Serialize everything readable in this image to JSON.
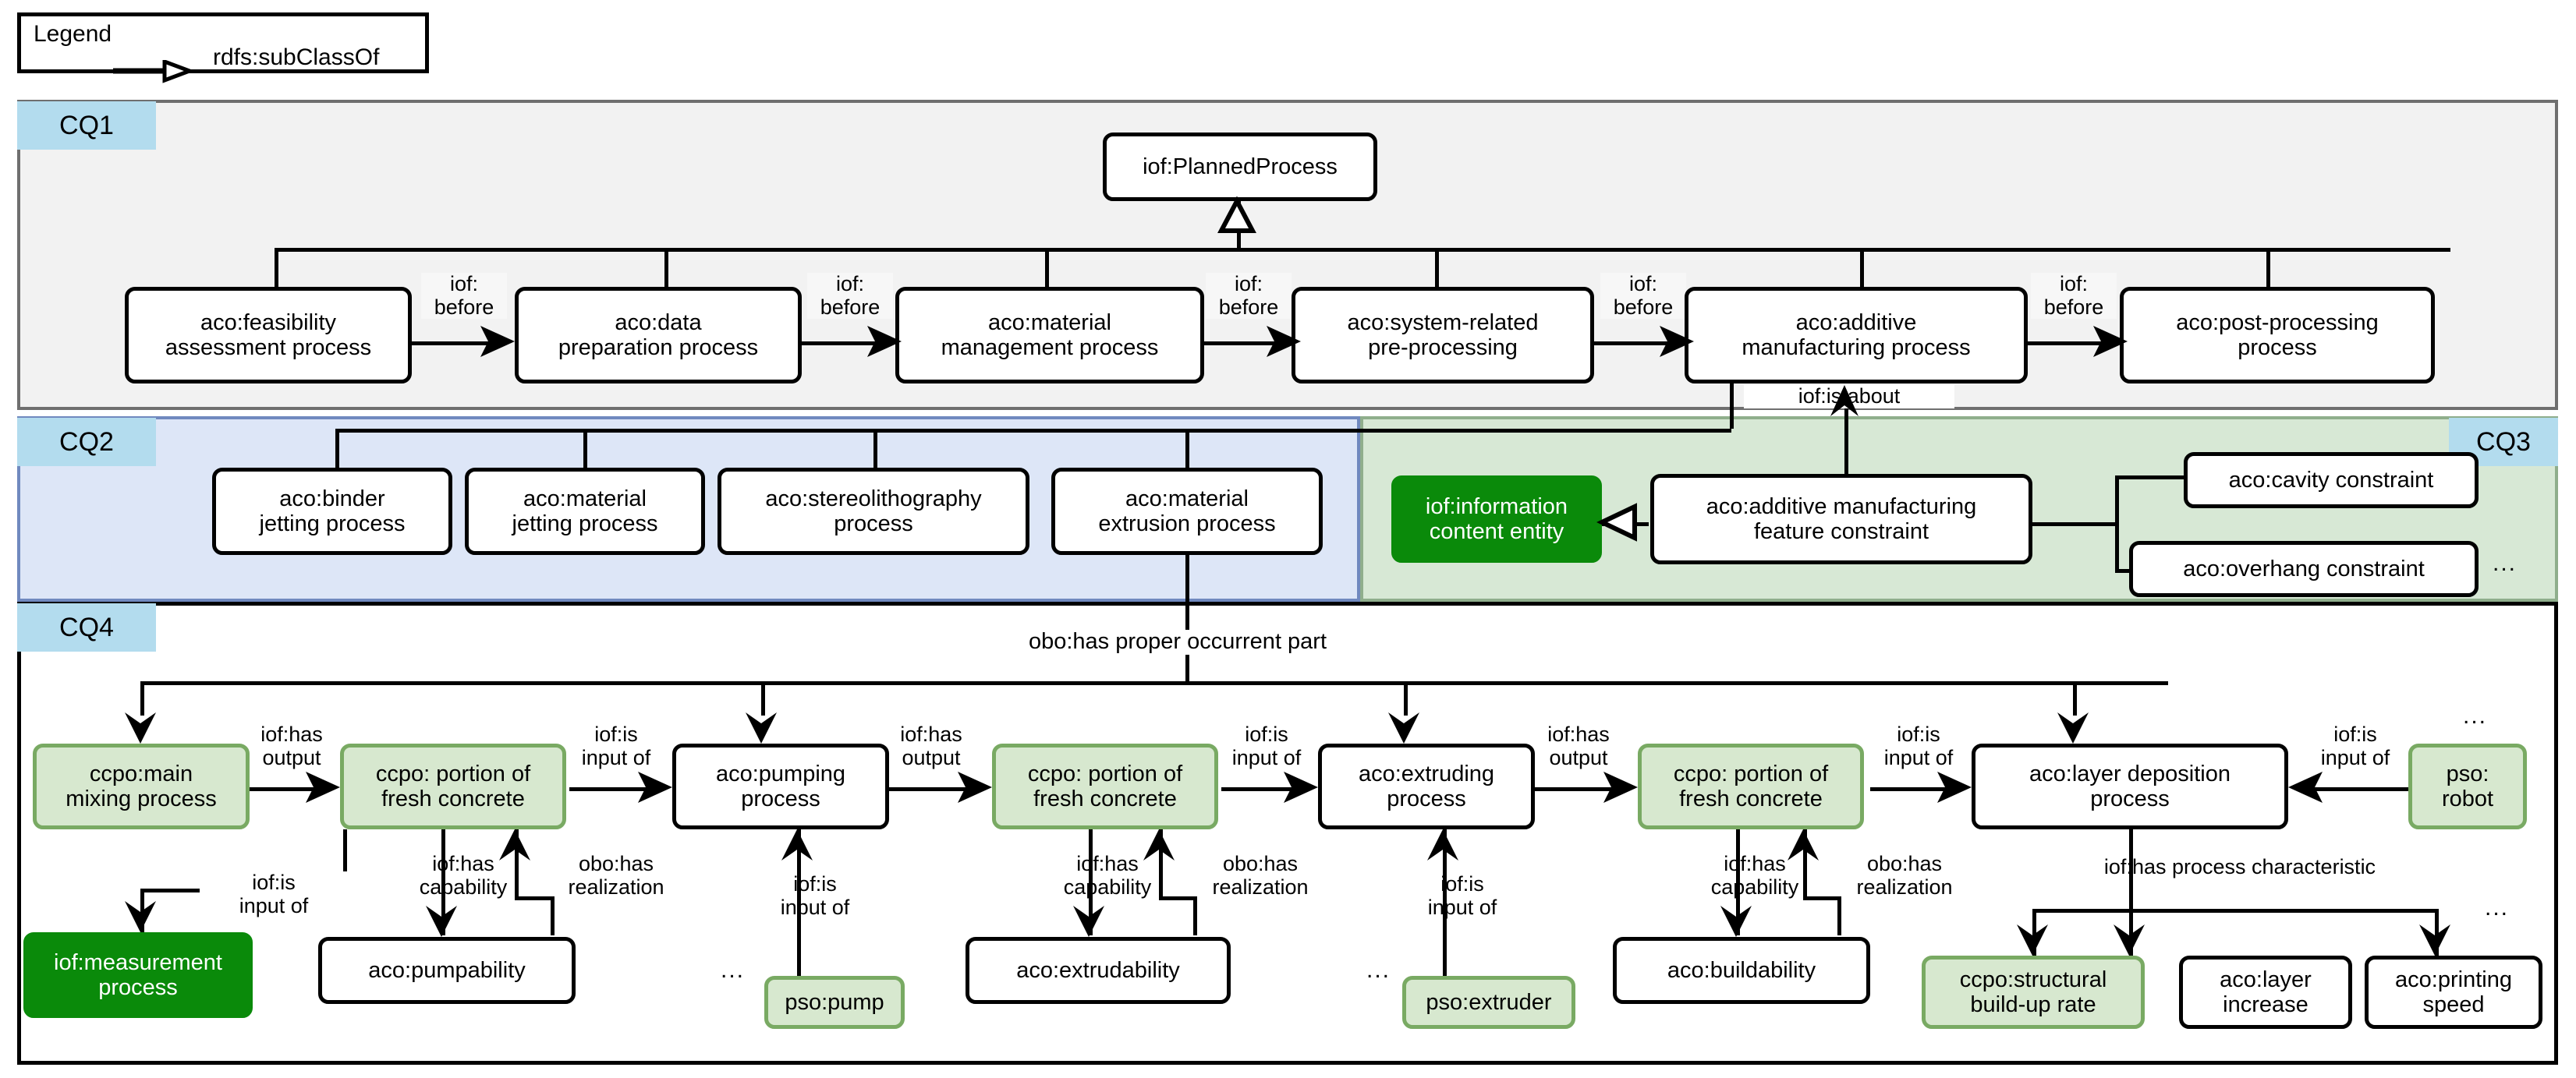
{
  "legend": {
    "title": "Legend",
    "relation_label": "rdfs:subClassOf",
    "arrow_icon": "hollow-triangle-arrow"
  },
  "bands": [
    {
      "id": "CQ1",
      "label": "CQ1",
      "background": "#f2f2f2",
      "badge_color": "#b3dcee"
    },
    {
      "id": "CQ2",
      "label": "CQ2",
      "background": "#dde6f7",
      "badge_color": "#b3dcee"
    },
    {
      "id": "CQ3",
      "label": "CQ3",
      "background": "#d7e8d5",
      "badge_color": "#b3dcee"
    },
    {
      "id": "CQ4",
      "label": "CQ4",
      "background": "#ffffff",
      "badge_color": "#b3dcee"
    }
  ],
  "colors": {
    "upper_class_green": "#0a8a0a",
    "domain_node_fill": "#d7e8cf",
    "domain_node_border": "#79aa63",
    "cq_badge": "#b3dcee",
    "cq1_band": "#f2f2f2",
    "cq2_band": "#dde6f7",
    "cq3_band": "#d7e8d5"
  },
  "nodes": {
    "planned_process": "iof:PlannedProcess",
    "feasibility": "aco:feasibility\nassessment process",
    "data_prep": "aco:data\npreparation process",
    "material_mgmt": "aco:material\nmanagement process",
    "system_related": "aco:system-related\npre-processing",
    "additive_mfg": "aco:additive\nmanufacturing process",
    "post_processing": "aco:post-processing\nprocess",
    "binder_jetting": "aco:binder\njetting process",
    "material_jetting": "aco:material\njetting process",
    "stereolithography": "aco:stereolithography\nprocess",
    "material_extrusion": "aco:material\nextrusion process",
    "info_content_entity": "iof:information\ncontent entity",
    "am_feature_constraint": "aco:additive manufacturing\nfeature constraint",
    "cavity_constraint": "aco:cavity constraint",
    "overhang_constraint": "aco:overhang constraint",
    "main_mixing": "ccpo:main\nmixing process",
    "fresh_concrete_1": "ccpo: portion of\nfresh concrete",
    "pumping": "aco:pumping\nprocess",
    "fresh_concrete_2": "ccpo: portion of\nfresh concrete",
    "extruding": "aco:extruding\nprocess",
    "fresh_concrete_3": "ccpo: portion of\nfresh concrete",
    "layer_deposition": "aco:layer deposition\nprocess",
    "robot": "pso:\nrobot",
    "measurement_process": "iof:measurement\nprocess",
    "pumpability": "aco:pumpability",
    "pump": "pso:pump",
    "extrudability": "aco:extrudability",
    "extruder": "pso:extruder",
    "buildability": "aco:buildability",
    "structural_buildup": "ccpo:structural\nbuild-up rate",
    "layer_increase": "aco:layer\nincrease",
    "printing_speed": "aco:printing\nspeed"
  },
  "edge_labels": {
    "before": "iof:\nbefore",
    "is_about": "iof:is about",
    "has_proper_occurrent_part": "obo:has proper occurrent part",
    "has_output": "iof:has\noutput",
    "is_input_of": "iof:is\ninput of",
    "is_input_of_flat": "iof:is\ninput of",
    "has_capability": "iof:has\ncapability",
    "has_realization": "obo:has\nrealization",
    "has_process_characteristic": "iof:has process characteristic",
    "ellipsis": "..."
  }
}
